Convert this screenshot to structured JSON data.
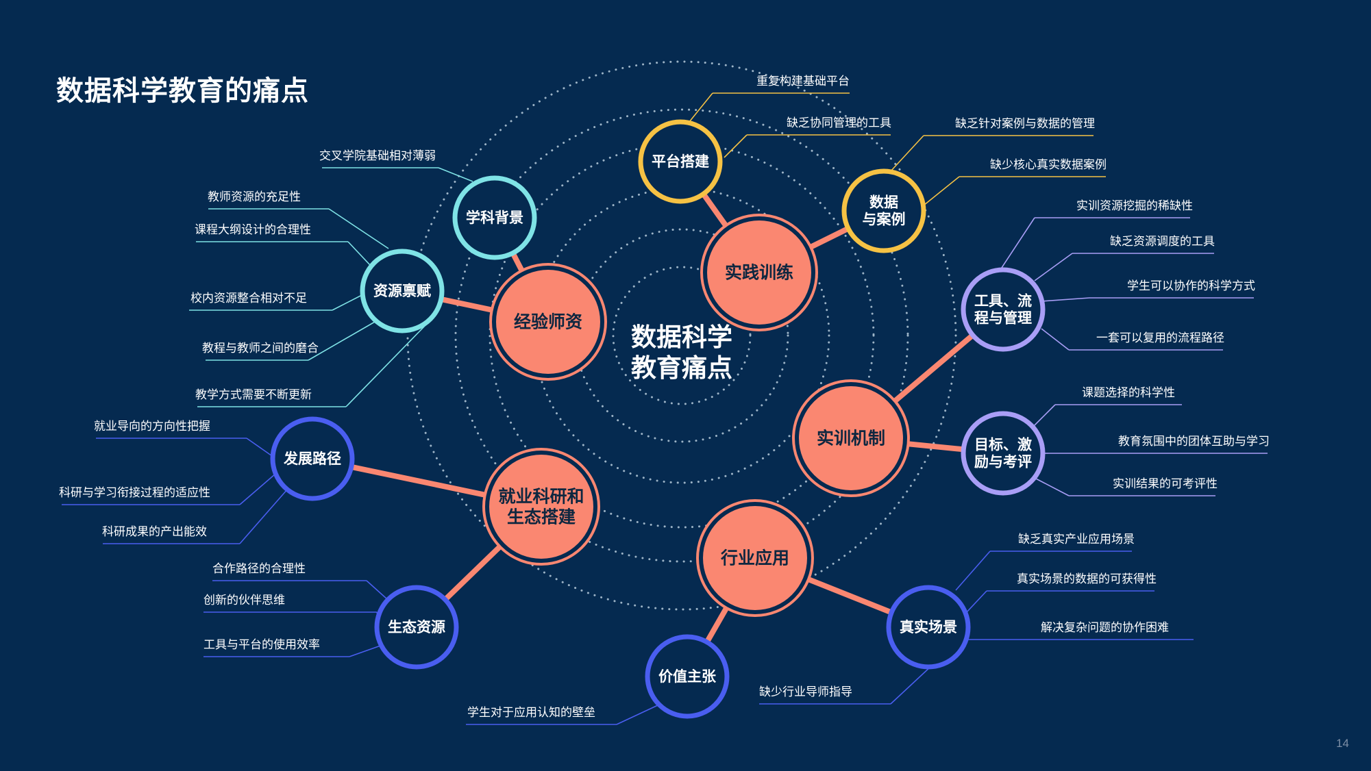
{
  "title": "数据科学教育的痛点",
  "page_number": "14",
  "colors": {
    "background": "#052a50",
    "hub_fill": "#fa8771",
    "hub_ring": "#fa8771",
    "connector": "#fa8771",
    "yellow": "#f6c244",
    "cyan": "#7fe3e6",
    "purple": "#a99ef6",
    "blue": "#4a5ef0",
    "dot_ring": "#b9ccdc"
  },
  "center": {
    "lines": [
      "数据科学",
      "教育痛点"
    ]
  },
  "hubs": [
    {
      "id": "jingyan",
      "lines": [
        "经验师资"
      ]
    },
    {
      "id": "shijian",
      "lines": [
        "实践训练"
      ]
    },
    {
      "id": "shixun",
      "lines": [
        "实训机制"
      ]
    },
    {
      "id": "hangye",
      "lines": [
        "行业应用"
      ]
    },
    {
      "id": "jiuye",
      "lines": [
        "就业科研和",
        "生态搭建"
      ]
    }
  ],
  "nodes": [
    {
      "id": "xueke",
      "hub": "jingyan",
      "color": "cyan",
      "lines": [
        "学科背景"
      ],
      "leaves": [
        "交叉学院基础相对薄弱"
      ]
    },
    {
      "id": "ziyuan",
      "hub": "jingyan",
      "color": "cyan",
      "lines": [
        "资源禀赋"
      ],
      "leaves": [
        "教师资源的充足性",
        "课程大纲设计的合理性",
        "校内资源整合相对不足",
        "教程与教师之间的磨合",
        "教学方式需要不断更新"
      ]
    },
    {
      "id": "pingtai",
      "hub": "shijian",
      "color": "yellow",
      "lines": [
        "平台搭建"
      ],
      "leaves": [
        "重复构建基础平台",
        "缺乏协同管理的工具"
      ]
    },
    {
      "id": "shuju",
      "hub": "shijian",
      "color": "yellow",
      "lines": [
        "数据",
        "与案例"
      ],
      "leaves": [
        "缺乏针对案例与数据的管理",
        "缺少核心真实数据案例"
      ]
    },
    {
      "id": "gongju",
      "hub": "shixun",
      "color": "purple",
      "lines": [
        "工具、流",
        "程与管理"
      ],
      "leaves": [
        "实训资源挖掘的稀缺性",
        "缺乏资源调度的工具",
        "学生可以协作的科学方式",
        "一套可以复用的流程路径"
      ]
    },
    {
      "id": "mubiao",
      "hub": "shixun",
      "color": "purple",
      "lines": [
        "目标、激",
        "励与考评"
      ],
      "leaves": [
        "课题选择的科学性",
        "教育氛围中的团体互助与学习",
        "实训结果的可考评性"
      ]
    },
    {
      "id": "zhenshi",
      "hub": "hangye",
      "color": "blue",
      "lines": [
        "真实场景"
      ],
      "leaves": [
        "缺乏真实产业应用场景",
        "真实场景的数据的可获得性",
        "解决复杂问题的协作困难"
      ]
    },
    {
      "id": "jiazhi",
      "hub": "hangye",
      "color": "blue",
      "lines": [
        "价值主张"
      ],
      "leaves": [
        "缺少行业导师指导",
        "学生对于应用认知的壁垒"
      ]
    },
    {
      "id": "fazhan",
      "hub": "jiuye",
      "color": "blue",
      "lines": [
        "发展路径"
      ],
      "leaves": [
        "就业导向的方向性把握",
        "科研与学习衔接过程的适应性",
        "科研成果的产出能效"
      ]
    },
    {
      "id": "shengtai",
      "hub": "jiuye",
      "color": "blue",
      "lines": [
        "生态资源"
      ],
      "leaves": [
        "合作路径的合理性",
        "创新的伙伴思维",
        "工具与平台的使用效率"
      ]
    }
  ]
}
